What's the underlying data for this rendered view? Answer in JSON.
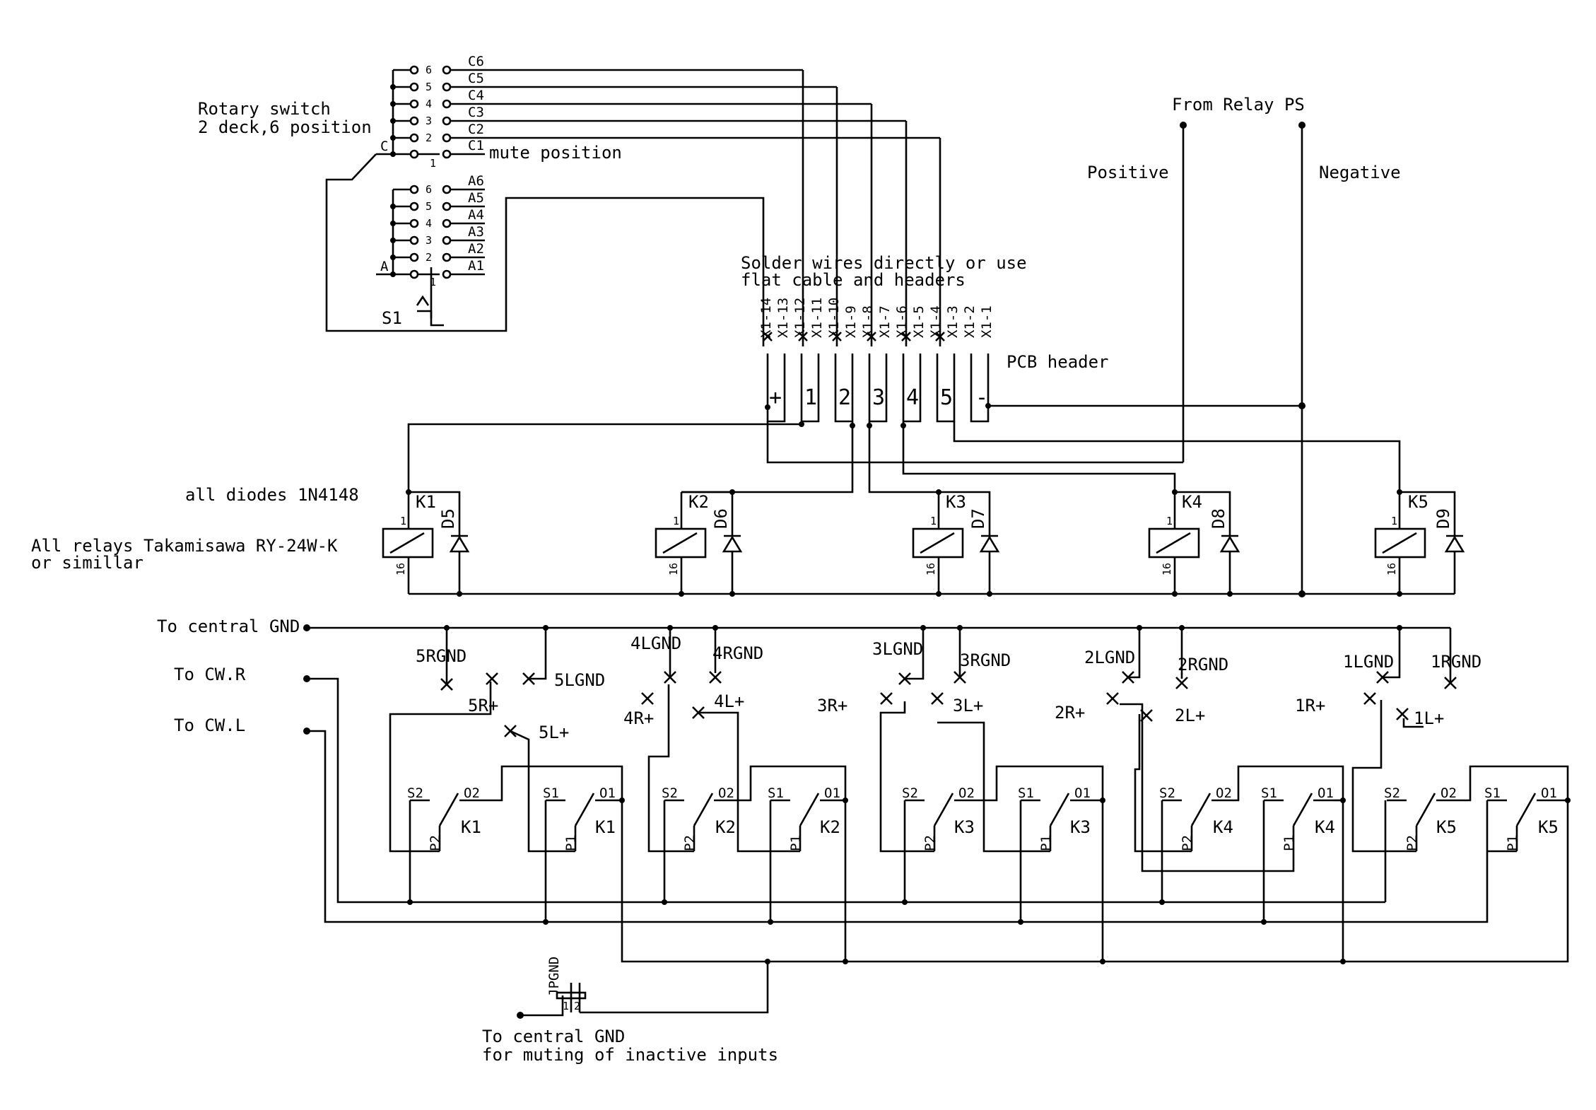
{
  "rotary_switch": {
    "title_line1": "Rotary switch",
    "title_line2": "2 deck,6 position",
    "deck_c": "C",
    "deck_a": "A",
    "ref": "S1",
    "mute_position": "mute position",
    "positions": [
      "1",
      "2",
      "3",
      "4",
      "5",
      "6"
    ],
    "c_outputs": [
      "C1",
      "C2",
      "C3",
      "C4",
      "C5",
      "C6"
    ],
    "a_outputs": [
      "A1",
      "A2",
      "A3",
      "A4",
      "A5",
      "A6"
    ]
  },
  "power": {
    "from_relay_ps": "From Relay PS",
    "positive": "Positive",
    "negative": "Negative"
  },
  "header": {
    "note_line1": "Solder wires directly or use",
    "note_line2": "flat cable and headers",
    "pins": [
      "X1-14",
      "X1-13",
      "X1-12",
      "X1-11",
      "X1-10",
      "X1-9",
      "X1-8",
      "X1-7",
      "X1-6",
      "X1-5",
      "X1-4",
      "X1-3",
      "X1-2",
      "X1-1"
    ],
    "label": "PCB header",
    "signals": [
      "+",
      "1",
      "2",
      "3",
      "4",
      "5",
      "-"
    ]
  },
  "notes": {
    "diodes": "all diodes 1N4148",
    "relays_line1": "All relays Takamisawa RY-24W-K",
    "relays_line2": "or simillar"
  },
  "relays": [
    {
      "ref": "K1",
      "diode": "D5"
    },
    {
      "ref": "K2",
      "diode": "D6"
    },
    {
      "ref": "K3",
      "diode": "D7"
    },
    {
      "ref": "K4",
      "diode": "D8"
    },
    {
      "ref": "K5",
      "diode": "D9"
    }
  ],
  "coil_pins": {
    "top": "1",
    "bottom": "16"
  },
  "io": {
    "central_gnd": "To central GND",
    "cw_r": "To CW.R",
    "cw_l": "To CW.L"
  },
  "terminals": [
    "5RGND",
    "5LGND",
    "5R+",
    "5L+",
    "4LGND",
    "4RGND",
    "4R+",
    "4L+",
    "3LGND",
    "3RGND",
    "3R+",
    "3L+",
    "2LGND",
    "2RGND",
    "2R+",
    "2L+",
    "1LGND",
    "1RGND",
    "1R+",
    "1L+"
  ],
  "contact_labels": {
    "s1": "S1",
    "s2": "S2",
    "o1": "O1",
    "o2": "O2",
    "p1": "P1",
    "p2": "P2"
  },
  "jumper": {
    "ref": "JPGND",
    "pin1": "1",
    "pin2": "2",
    "note_line1": "To central GND",
    "note_line2": "for muting of inactive inputs"
  }
}
